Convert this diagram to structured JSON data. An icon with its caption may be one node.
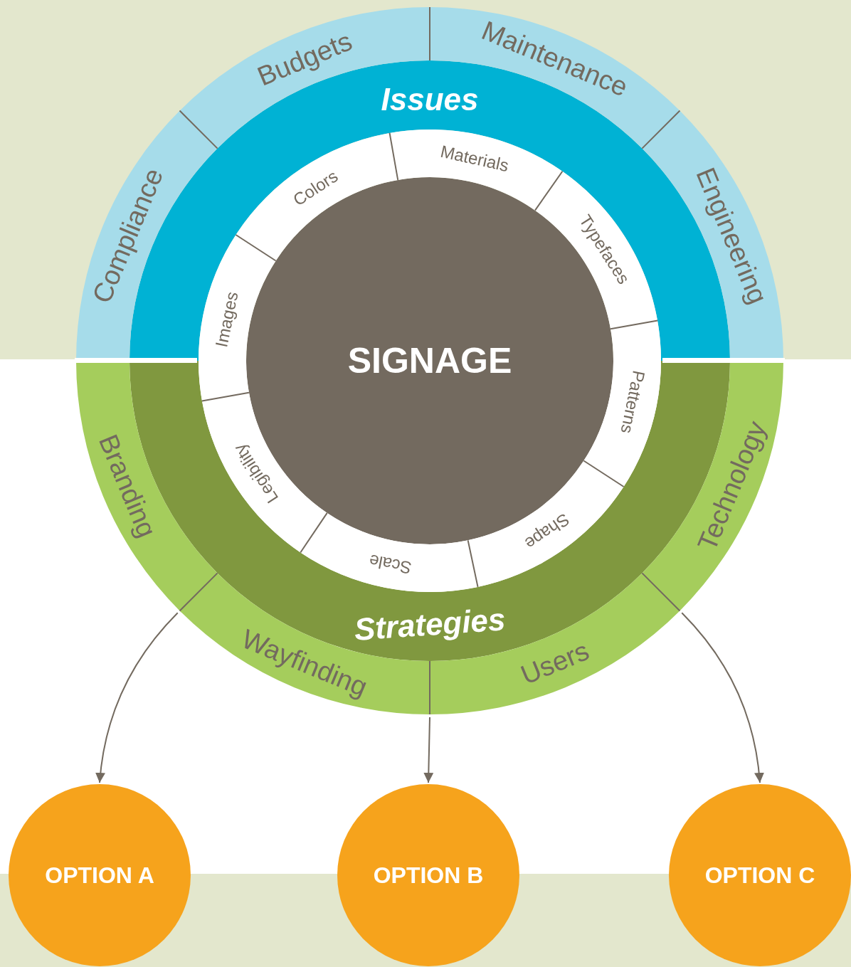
{
  "diagram": {
    "nodes": [
      {
        "text": [
          "Budgets"
        ]
      },
      {
        "text": [
          "Maintenance"
        ]
      },
      {
        "text": [
          "Compliance"
        ]
      },
      {
        "text": [
          "Engineering"
        ]
      },
      {
        "text": [
          "Issues"
        ]
      },
      {
        "text": [
          "Materials"
        ]
      },
      {
        "text": [
          "Colors"
        ]
      },
      {
        "text": [
          "Typefaces"
        ]
      },
      {
        "text": [
          "Images"
        ]
      },
      {
        "text": [
          "Patterns"
        ]
      },
      {
        "text": [
          "Legibility"
        ]
      },
      {
        "text": [
          "Shape"
        ]
      },
      {
        "text": [
          "Scale"
        ]
      },
      {
        "text": [
          "SIGNAGE"
        ]
      },
      {
        "text": [
          "Strategies"
        ]
      },
      {
        "text": [
          "Branding"
        ]
      },
      {
        "text": [
          "Technology"
        ]
      },
      {
        "text": [
          "Wayfinding"
        ]
      },
      {
        "text": [
          "Users"
        ]
      },
      {
        "text": [
          "OPTION A"
        ]
      },
      {
        "text": [
          "OPTION B"
        ]
      },
      {
        "text": [
          "OPTION C"
        ]
      }
    ],
    "edges": [
      {
        "from": 15,
        "to": 19,
        "arrow": "to"
      },
      {
        "from": 18,
        "to": 20,
        "arrow": "to"
      },
      {
        "from": 16,
        "to": 21,
        "arrow": "to"
      }
    ]
  }
}
